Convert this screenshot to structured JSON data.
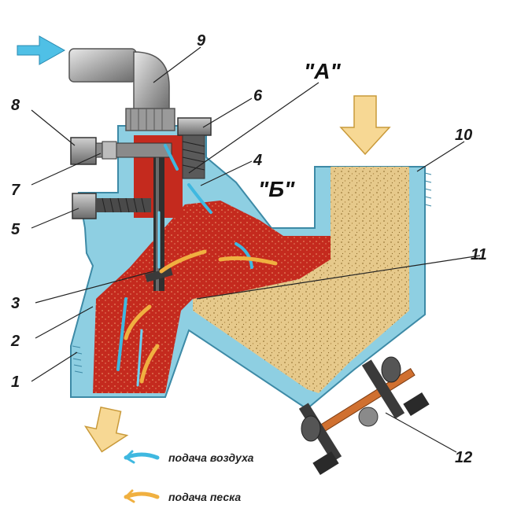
{
  "labels": {
    "p1": "1",
    "p2": "2",
    "p3": "3",
    "p4": "4",
    "p5": "5",
    "p6": "6",
    "p7": "7",
    "p8": "8",
    "p9": "9",
    "p10": "10",
    "p11": "11",
    "p12": "12"
  },
  "zones": {
    "a": "\"А\"",
    "b": "\"Б\""
  },
  "legend": {
    "air": "подача воздуха",
    "sand": "подача песка"
  },
  "colors": {
    "body_steel": "#8ecfe2",
    "body_edge": "#3d8aa6",
    "sand": "#e6c98b",
    "mix_red": "#c42a1e",
    "air_arrow": "#3fb8e0",
    "sand_arrow": "#f0b040",
    "arrow_fill": "#f7d894"
  }
}
